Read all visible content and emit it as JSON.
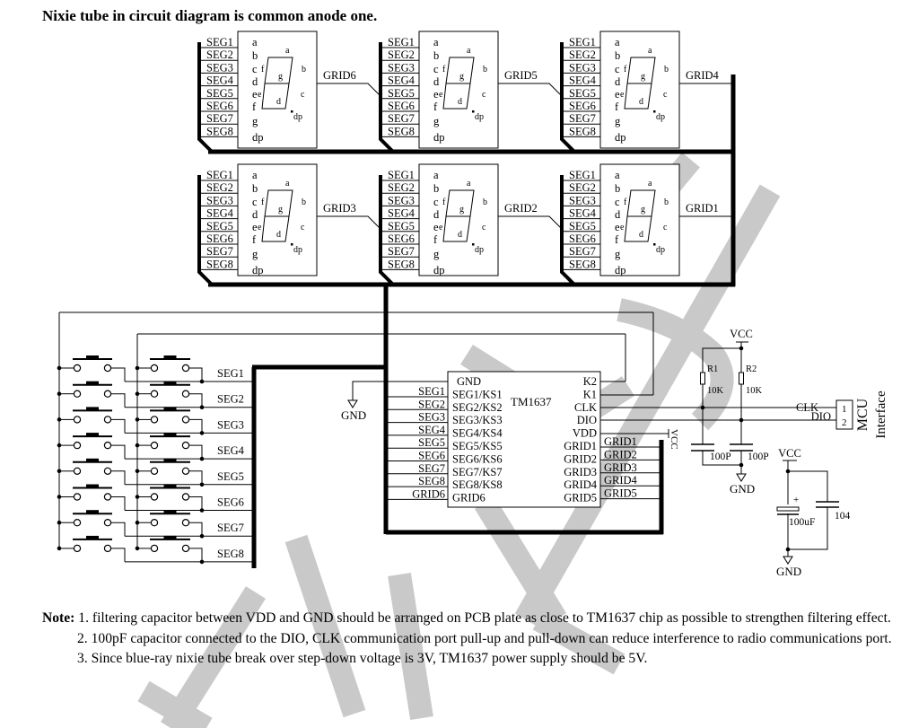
{
  "title": "Nixie tube in circuit diagram is common anode one.",
  "display": {
    "seg_labels": [
      "SEG1",
      "SEG2",
      "SEG3",
      "SEG4",
      "SEG5",
      "SEG6",
      "SEG7",
      "SEG8"
    ],
    "pin_letters": [
      "a",
      "b",
      "c",
      "d",
      "e",
      "f",
      "g",
      "dp"
    ],
    "segment_letters": {
      "a": "a",
      "b": "b",
      "c": "c",
      "d": "d",
      "e": "e",
      "f": "f",
      "g": "g",
      "dp": "dp"
    },
    "modules": [
      {
        "grid": "GRID6"
      },
      {
        "grid": "GRID5"
      },
      {
        "grid": "GRID4"
      },
      {
        "grid": "GRID3"
      },
      {
        "grid": "GRID2"
      },
      {
        "grid": "GRID1"
      }
    ]
  },
  "keypad": {
    "seg_labels": [
      "SEG1",
      "SEG2",
      "SEG3",
      "SEG4",
      "SEG5",
      "SEG6",
      "SEG7",
      "SEG8"
    ]
  },
  "chip": {
    "name": "TM1637",
    "left_pins": [
      "GND",
      "SEG1/KS1",
      "SEG2/KS2",
      "SEG3/KS3",
      "SEG4/KS4",
      "SEG5/KS5",
      "SEG6/KS6",
      "SEG7/KS7",
      "SEG8/KS8",
      "GRID6"
    ],
    "right_pins": [
      "K2",
      "K1",
      "CLK",
      "DIO",
      "VDD",
      "GRID1",
      "GRID2",
      "GRID3",
      "GRID4",
      "GRID5"
    ],
    "left_nets": [
      "SEG1",
      "SEG2",
      "SEG3",
      "SEG4",
      "SEG5",
      "SEG6",
      "SEG7",
      "SEG8",
      "GRID6"
    ],
    "right_nets": [
      "GRID1",
      "GRID2",
      "GRID3",
      "GRID4",
      "GRID5"
    ],
    "gnd_label": "GND",
    "vdd_net": "VCC"
  },
  "interface": {
    "vcc": "VCC",
    "r1": {
      "name": "R1",
      "value": "10K"
    },
    "r2": {
      "name": "R2",
      "value": "10K"
    },
    "c1": "100P",
    "c2": "100P",
    "gnd": "GND",
    "clk": "CLK",
    "dio": "DIO",
    "pin1": "1",
    "pin2": "2",
    "mcu": "MCU",
    "interface_label": "Interface",
    "vcc2": "VCC",
    "cap_plus": "+",
    "electrolytic": "100uF",
    "ceramic": "104",
    "gnd2": "GND"
  },
  "notes": {
    "label": "Note:",
    "items": [
      "1. filtering capacitor between VDD and GND should be arranged on PCB plate as close to TM1637 chip as possible to strengthen filtering effect.",
      "2. 100pF capacitor connected to the DIO, CLK communication port pull-up and pull-down can reduce interference to radio communications port.",
      "3. Since blue-ray nixie tube break over step-down voltage is 3V, TM1637 power supply should be 5V."
    ]
  }
}
